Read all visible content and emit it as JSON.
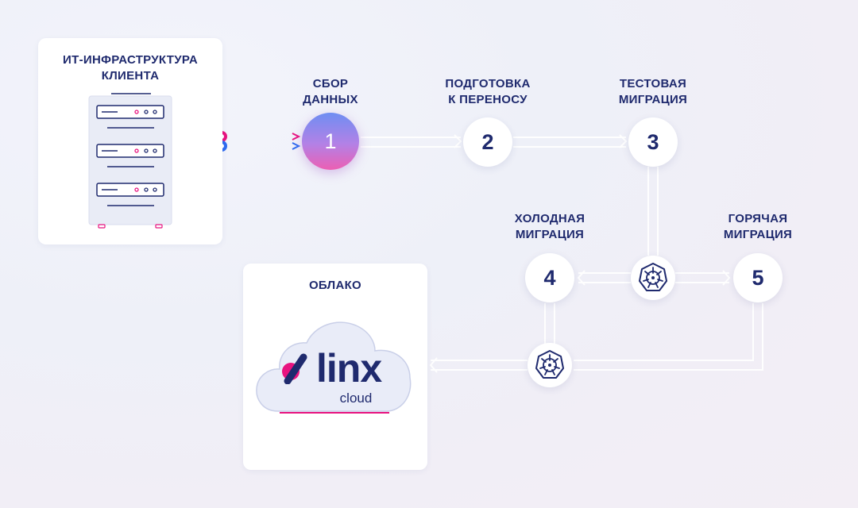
{
  "infra": {
    "title_line1": "ИТ-ИНФРАСТРУКТУРА",
    "title_line2": "КЛИЕНТА"
  },
  "steps": [
    {
      "number": "1",
      "line1": "СБОР",
      "line2": "ДАННЫХ"
    },
    {
      "number": "2",
      "line1": "ПОДГОТОВКА",
      "line2": "К ПЕРЕНОСУ"
    },
    {
      "number": "3",
      "line1": "ТЕСТОВАЯ",
      "line2": "МИГРАЦИЯ"
    },
    {
      "number": "4",
      "line1": "ХОЛОДНАЯ",
      "line2": "МИГРАЦИЯ"
    },
    {
      "number": "5",
      "line1": "ГОРЯЧАЯ",
      "line2": "МИГРАЦИЯ"
    }
  ],
  "cloud": {
    "title": "ОБЛАКО",
    "brand": "linx",
    "brand_sub": "cloud"
  },
  "icons": {
    "server": "server-rack-icon",
    "k8s": "kubernetes-wheel-icon",
    "cloud": "cloud-icon"
  },
  "colors": {
    "navy": "#1f2a6e",
    "pink": "#e8137f",
    "blue": "#2f6bf0",
    "gradient_top": "#6f8ef2",
    "gradient_bottom": "#ec5fb3"
  }
}
